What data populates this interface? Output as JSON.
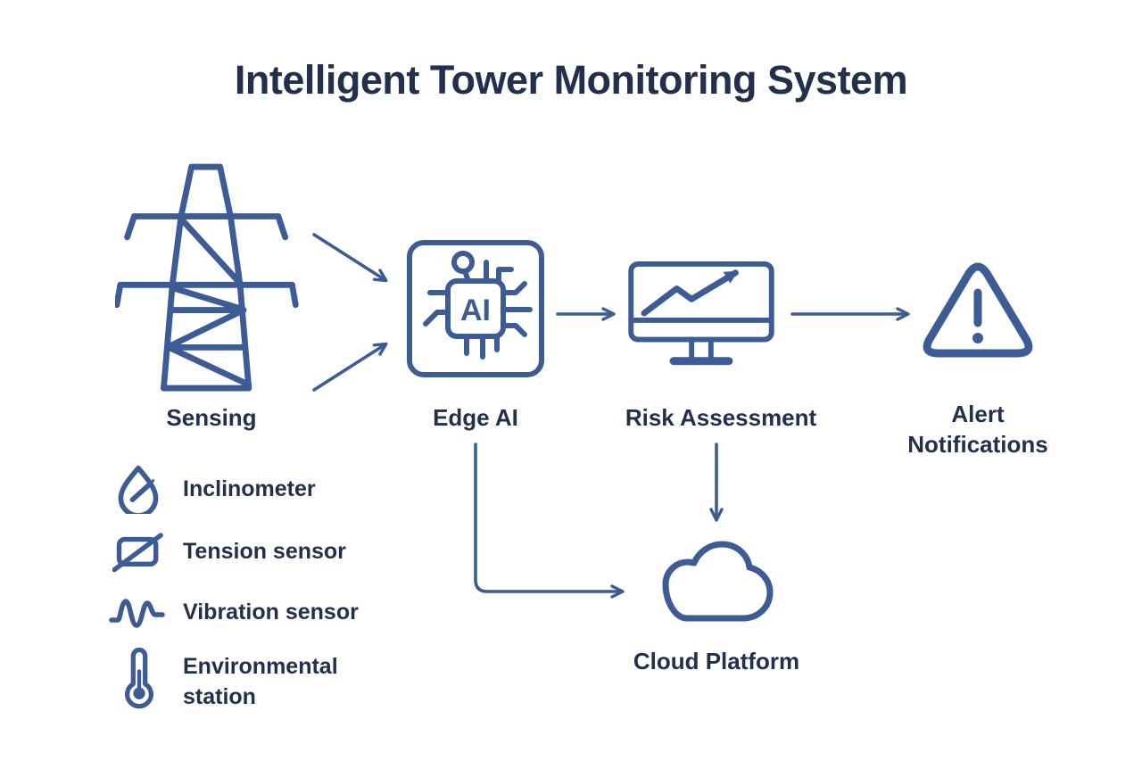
{
  "title": "Intelligent Tower Monitoring System",
  "colors": {
    "icon_stroke": "#3D5C96",
    "text": "#22304E",
    "background": "#FFFFFF"
  },
  "nodes": {
    "sensing": {
      "label": "Sensing"
    },
    "edge_ai": {
      "label": "Edge AI",
      "chip_text": "AI"
    },
    "risk_assessment": {
      "label": "Risk Assessment"
    },
    "alert_notifications": {
      "label": "Alert Notifications"
    },
    "cloud_platform": {
      "label": "Cloud Platform"
    }
  },
  "flows": [
    {
      "from": "Sensing",
      "to": "Edge AI"
    },
    {
      "from": "Edge AI",
      "to": "Risk Assessment"
    },
    {
      "from": "Risk Assessment",
      "to": "Alert Notifications"
    },
    {
      "from": "Risk Assessment",
      "to": "Cloud Platform"
    },
    {
      "from": "Edge AI",
      "to": "Cloud Platform"
    }
  ],
  "sensors": [
    {
      "label": "Inclinometer"
    },
    {
      "label": "Tension sensor"
    },
    {
      "label": "Vibration sensor"
    },
    {
      "label": "Environmental station"
    }
  ]
}
